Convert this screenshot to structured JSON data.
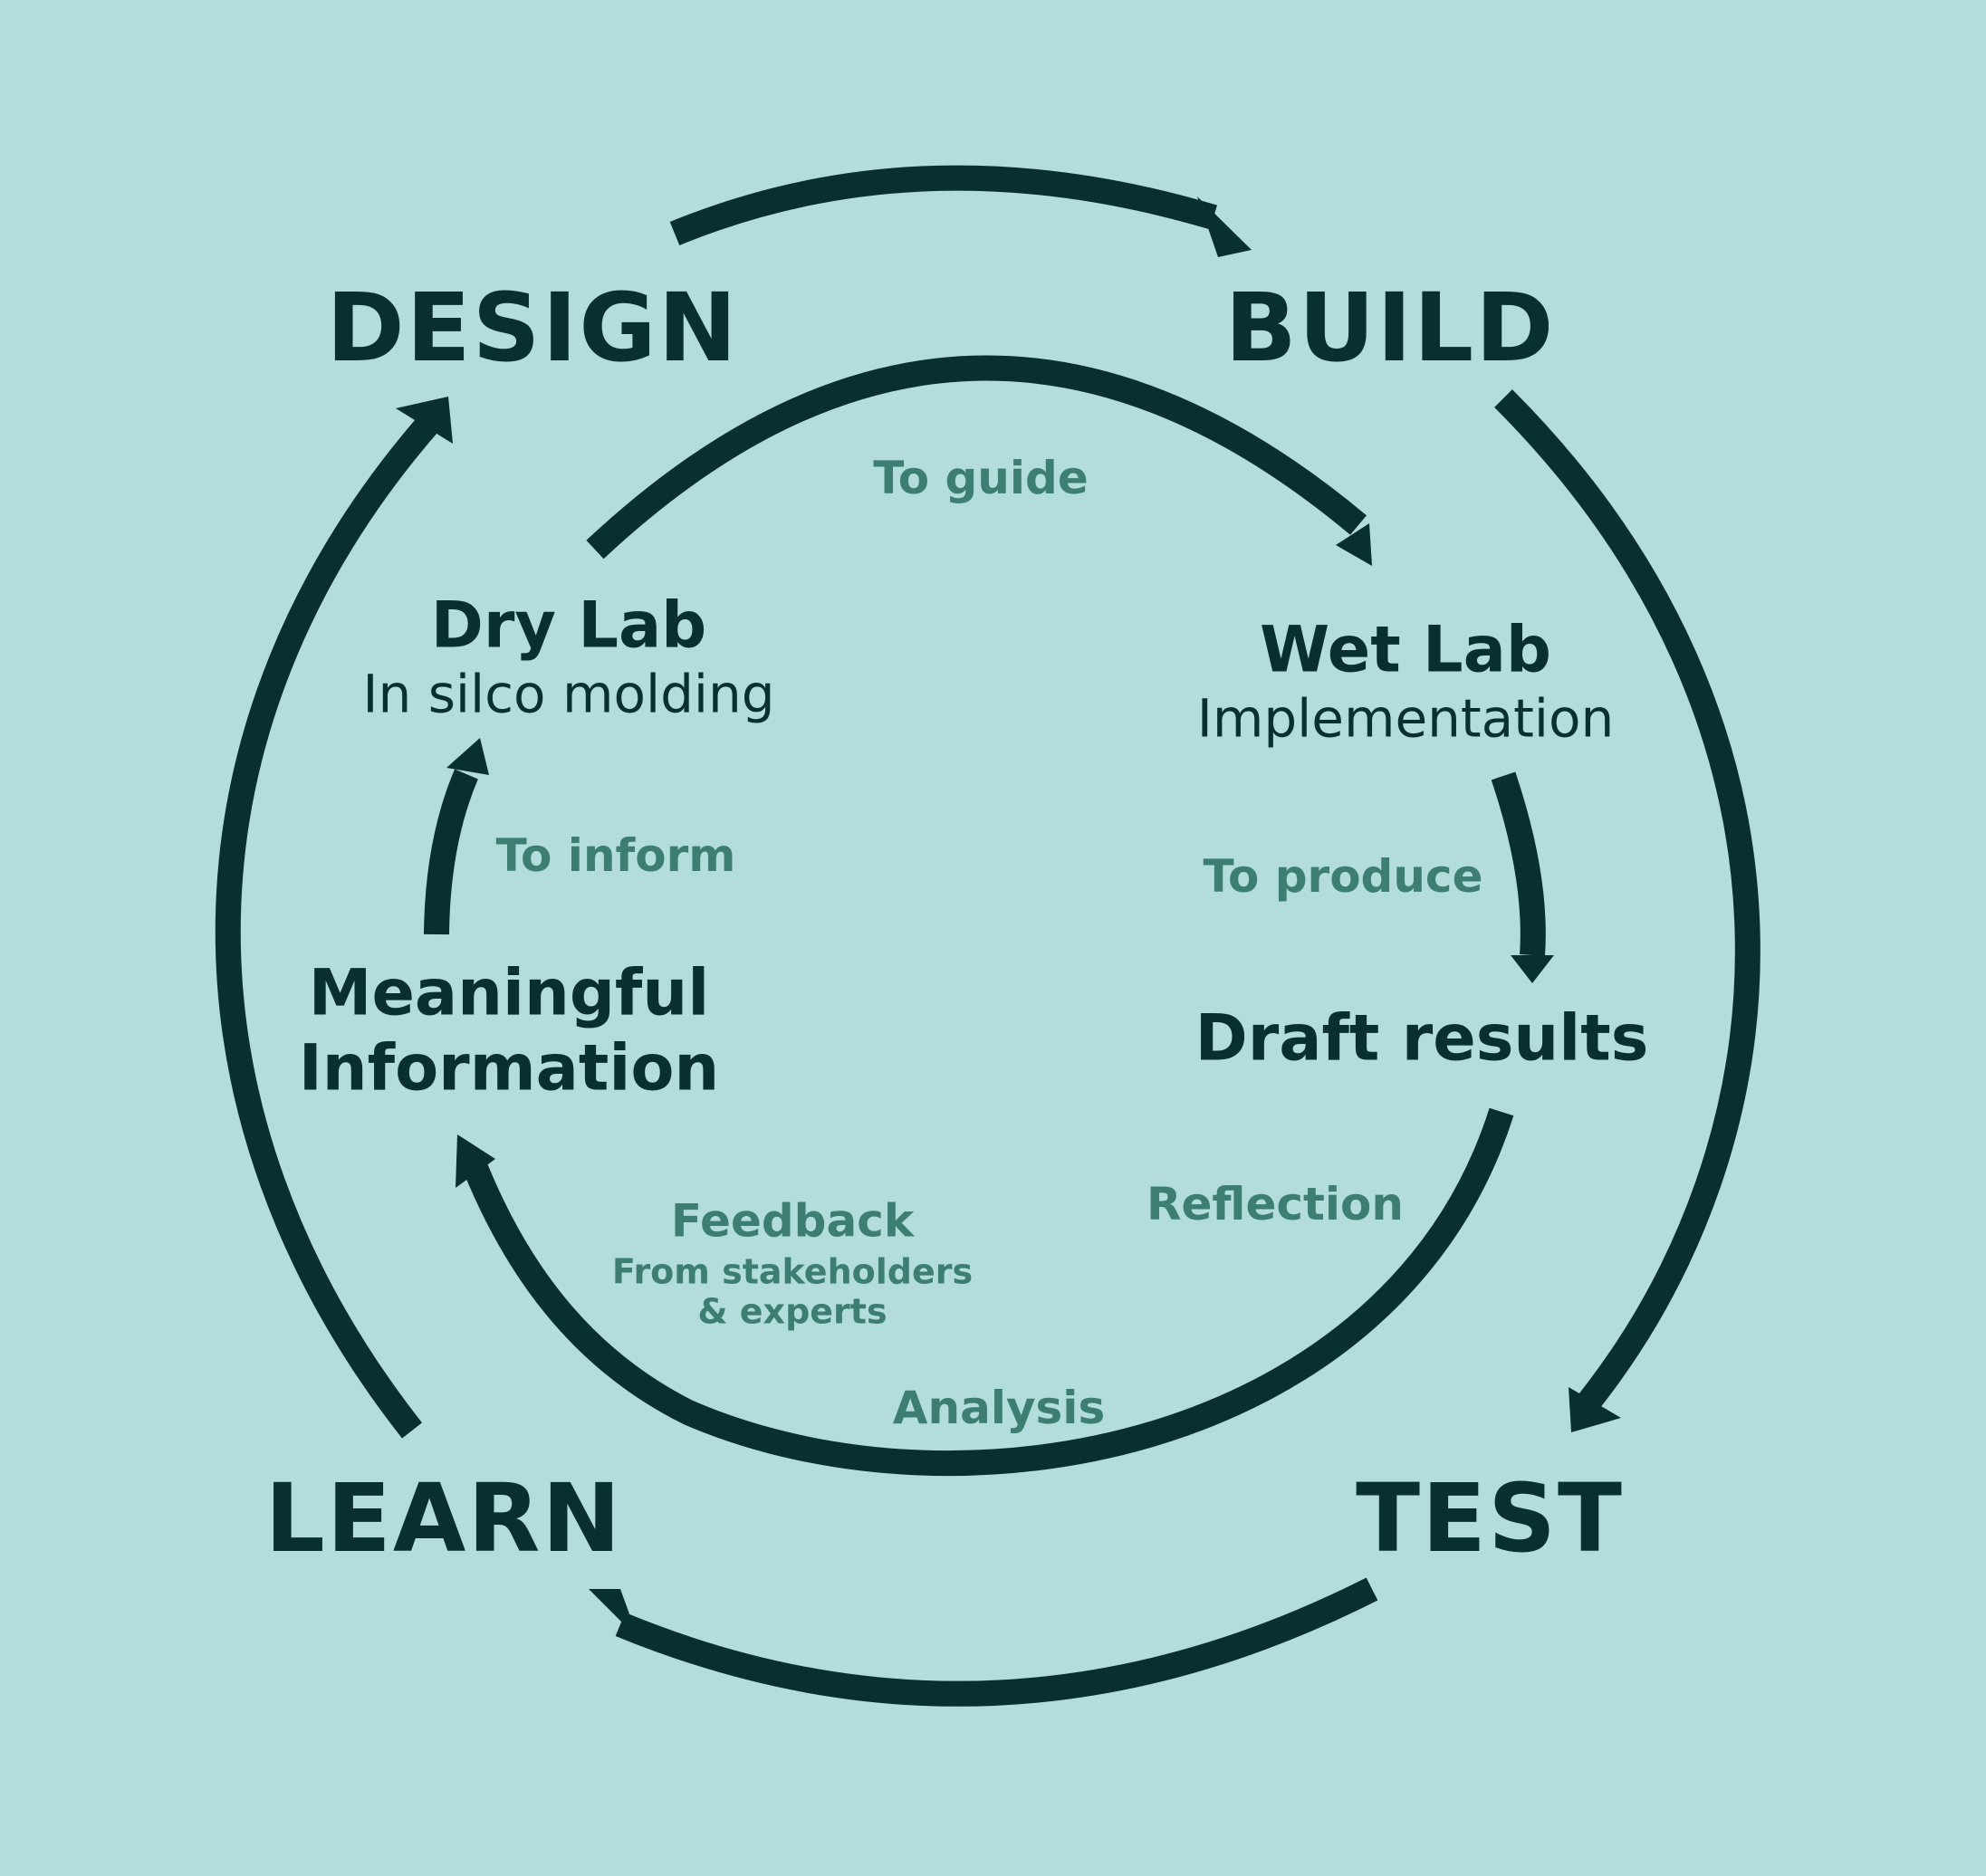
{
  "stages": {
    "design": "DESIGN",
    "build": "BUILD",
    "test": "TEST",
    "learn": "LEARN"
  },
  "nodes": {
    "dry_lab": {
      "title": "Dry Lab",
      "subtitle": "In silco molding"
    },
    "wet_lab": {
      "title": "Wet Lab",
      "subtitle": "Implementation"
    },
    "draft_results": {
      "title": "Draft results"
    },
    "meaningful_information": {
      "title_line1": "Meaningful",
      "title_line2": "Information"
    }
  },
  "edges": {
    "to_guide": "To guide",
    "to_produce": "To produce",
    "reflection": "Reflection",
    "analysis": "Analysis",
    "feedback": {
      "title": "Feedback",
      "sub_line1": "From stakeholders",
      "sub_line2": "& experts"
    },
    "to_inform": "To inform"
  },
  "colors": {
    "background": "#b3dcdc",
    "primary": "#083030",
    "secondary": "#3c7e72"
  }
}
